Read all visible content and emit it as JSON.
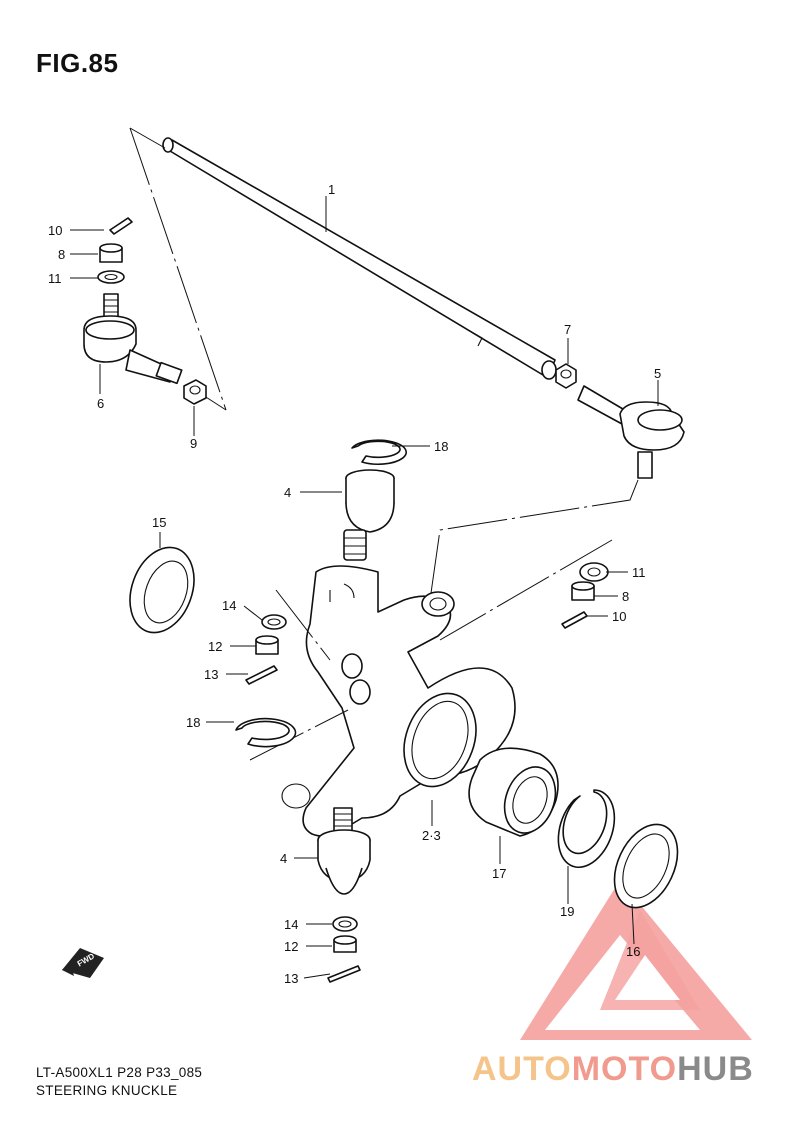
{
  "figure": {
    "title": "FIG.85",
    "model_code": "LT-A500XL1 P28 P33_085",
    "name": "STEERING KNUCKLE"
  },
  "direction_badge": "FWD",
  "callouts": [
    {
      "id": "c1",
      "label": "1"
    },
    {
      "id": "c10a",
      "label": "10"
    },
    {
      "id": "c8a",
      "label": "8"
    },
    {
      "id": "c11a",
      "label": "11"
    },
    {
      "id": "c6",
      "label": "6"
    },
    {
      "id": "c9",
      "label": "9"
    },
    {
      "id": "c7",
      "label": "7"
    },
    {
      "id": "c5",
      "label": "5"
    },
    {
      "id": "c18a",
      "label": "18"
    },
    {
      "id": "c4a",
      "label": "4"
    },
    {
      "id": "c15",
      "label": "15"
    },
    {
      "id": "c11b",
      "label": "11"
    },
    {
      "id": "c8b",
      "label": "8"
    },
    {
      "id": "c10b",
      "label": "10"
    },
    {
      "id": "c14a",
      "label": "14"
    },
    {
      "id": "c12a",
      "label": "12"
    },
    {
      "id": "c13a",
      "label": "13"
    },
    {
      "id": "c18b",
      "label": "18"
    },
    {
      "id": "c23",
      "label": "2·3"
    },
    {
      "id": "c17",
      "label": "17"
    },
    {
      "id": "c19",
      "label": "19"
    },
    {
      "id": "c16",
      "label": "16"
    },
    {
      "id": "c4b",
      "label": "4"
    },
    {
      "id": "c14b",
      "label": "14"
    },
    {
      "id": "c12b",
      "label": "12"
    },
    {
      "id": "c13b",
      "label": "13"
    }
  ],
  "watermark": {
    "part1": "AUTO",
    "part2": "MOTO",
    "part3": "HUB",
    "triangle_color": "#e8302a",
    "accent_color": "#f0a035"
  }
}
